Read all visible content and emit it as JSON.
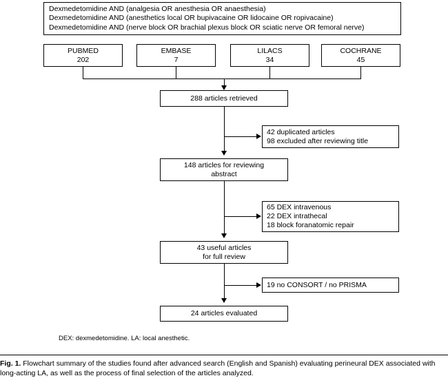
{
  "figure": {
    "query_box": {
      "lines": [
        "Dexmedetomidine AND (analgesia OR anesthesia OR anaesthesia)",
        "Dexmedetomidine AND (anesthetics local OR bupivacaine OR lidocaine OR ropivacaine)",
        "Dexmedetomidine AND (nerve block OR brachial plexus block OR sciatic nerve OR femoral nerve)"
      ]
    },
    "databases": [
      {
        "name": "PUBMED",
        "count": "202"
      },
      {
        "name": "EMBASE",
        "count": "7"
      },
      {
        "name": "LILACS",
        "count": "34"
      },
      {
        "name": "COCHRANE",
        "count": "45"
      }
    ],
    "stages": [
      {
        "lines": [
          "288 articles retrieved"
        ]
      },
      {
        "lines": [
          "148 articles for reviewing",
          "abstract"
        ]
      },
      {
        "lines": [
          "43 useful articles",
          "for full review"
        ]
      },
      {
        "lines": [
          "24 articles evaluated"
        ]
      }
    ],
    "exclusions": [
      {
        "lines": [
          "42 duplicated articles",
          "98 excluded after reviewing title"
        ]
      },
      {
        "lines": [
          "65 DEX intravenous",
          "22 DEX intrathecal",
          "18 block foranatomic repair"
        ]
      },
      {
        "lines": [
          "19 no CONSORT / no PRISMA"
        ]
      }
    ],
    "footnote": "DEX: dexmedetomidine. LA: local anesthetic.",
    "caption_label": "Fig. 1.",
    "caption_text": "Flowchart summary of the studies found after advanced search (English and Spanish) evaluating perineural DEX associated with long-acting LA, as well as the process of final selection of the articles analyzed."
  }
}
